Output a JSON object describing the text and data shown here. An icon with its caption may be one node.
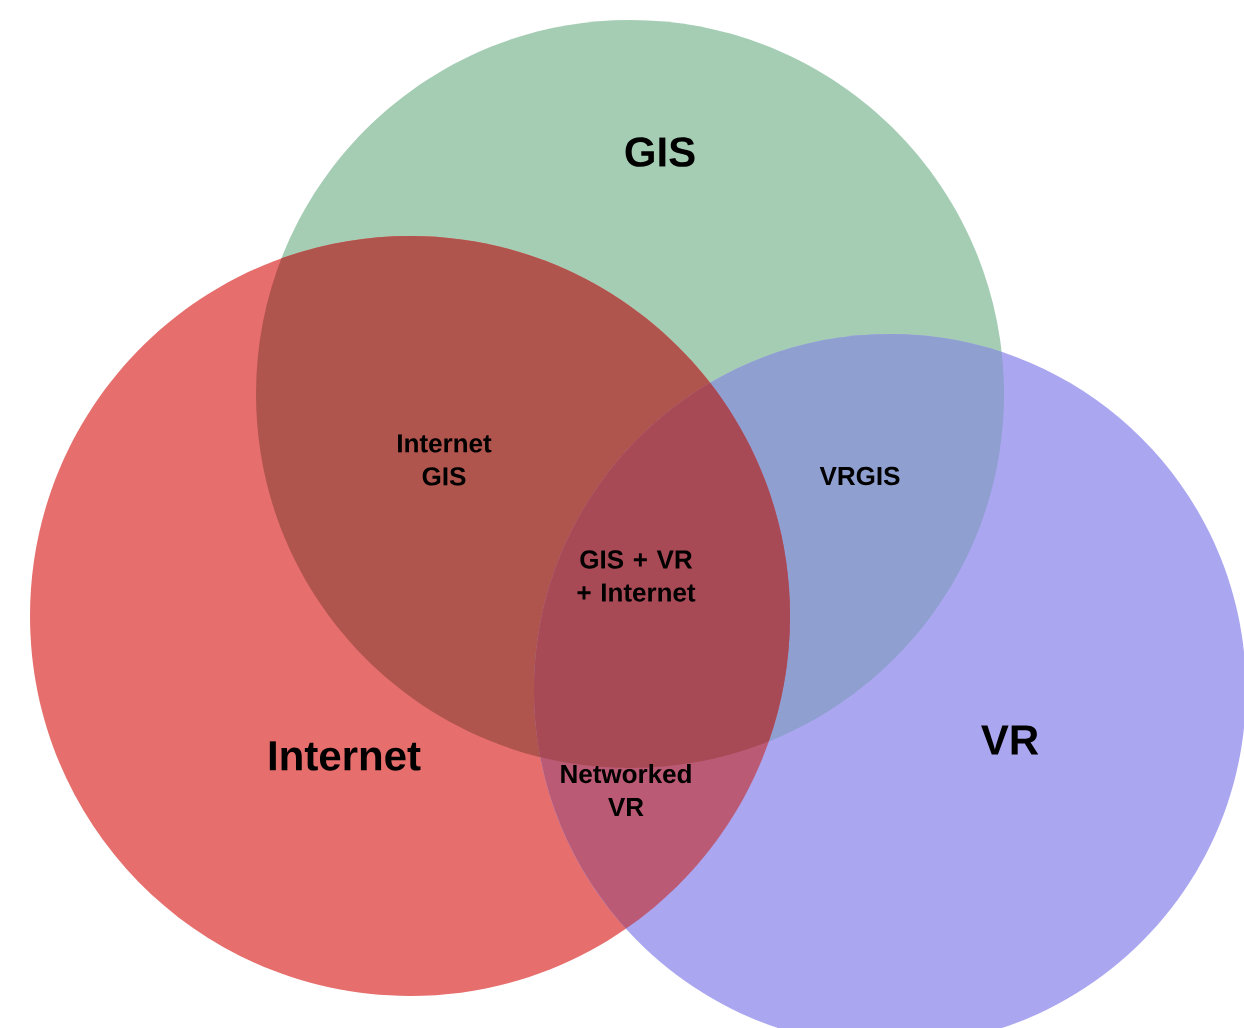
{
  "diagram": {
    "nodes": [
      {
        "text": [
          "GIS"
        ]
      },
      {
        "text": [
          "Internet"
        ]
      },
      {
        "text": [
          "VR"
        ]
      }
    ],
    "labels": [
      "Internet GIS",
      "GIS + VR + Internet",
      "VRGIS",
      "Networked VR"
    ]
  }
}
